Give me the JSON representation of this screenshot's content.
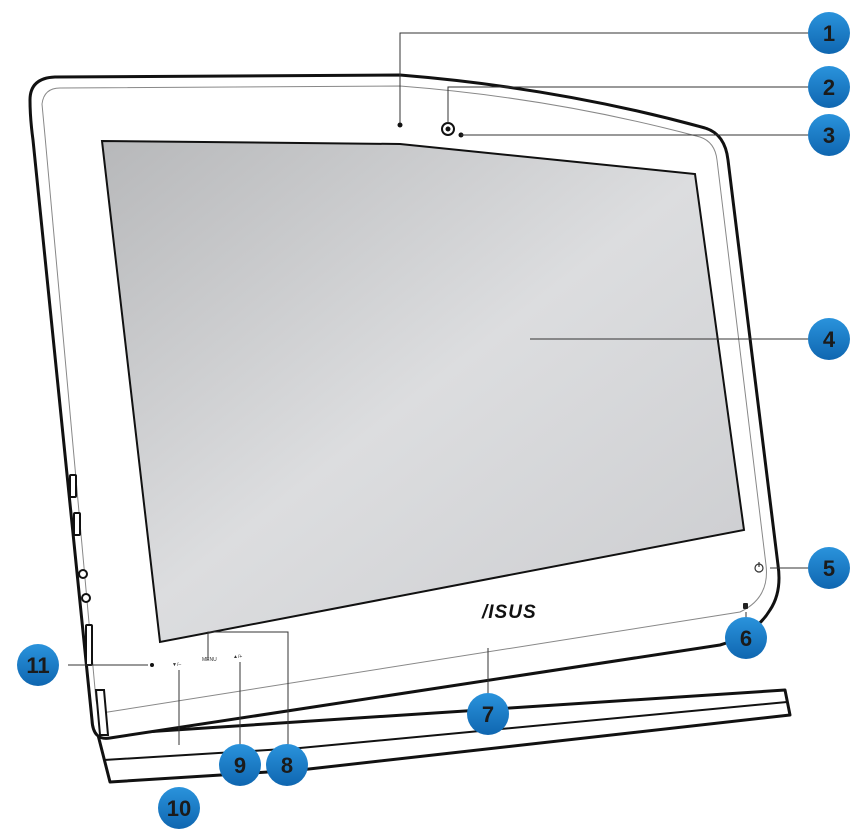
{
  "device": {
    "brand_logo": "/ISUS",
    "button_labels": {
      "down_minus": "▼/–",
      "menu": "MENU",
      "up_plus": "▲/+"
    }
  },
  "callouts": [
    {
      "number": "1"
    },
    {
      "number": "2"
    },
    {
      "number": "3"
    },
    {
      "number": "4"
    },
    {
      "number": "5"
    },
    {
      "number": "6"
    },
    {
      "number": "7"
    },
    {
      "number": "8"
    },
    {
      "number": "9"
    },
    {
      "number": "10"
    },
    {
      "number": "11"
    }
  ],
  "colors": {
    "callout_badge": "#1a7cc8",
    "callout_text": "#1b1b1b",
    "bezel": "#ffffff",
    "outline": "#111111",
    "screen": "#d9dadc"
  }
}
